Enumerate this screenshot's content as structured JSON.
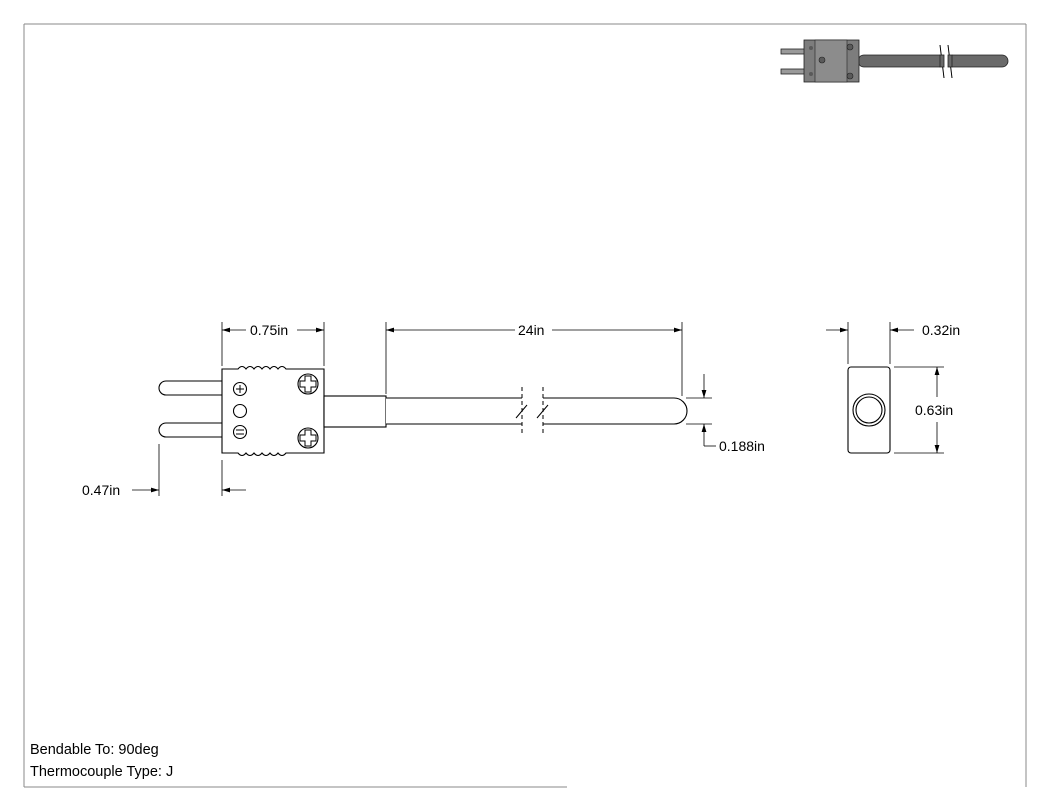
{
  "dimensions": {
    "connector_length": "0.75in",
    "cable_length": "24in",
    "connector_depth": "0.32in",
    "connector_height": "0.63in",
    "sheath_diameter": "0.188in",
    "pin_length": "0.47in"
  },
  "notes": {
    "bendable": "Bendable To: 90deg",
    "thermocouple_type": "Thermocouple Type: J"
  },
  "colors": {
    "line": "#000000",
    "frame": "#8a8a8a",
    "thumbnail_body": "#7d7d7d"
  }
}
